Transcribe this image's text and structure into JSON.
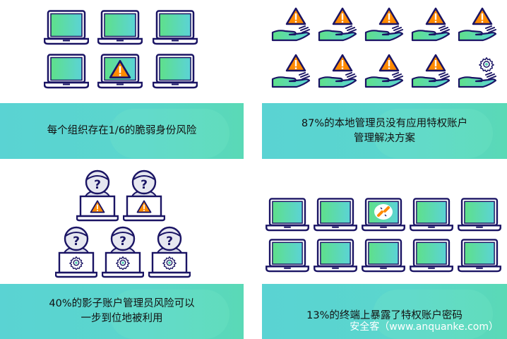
{
  "panels": [
    {
      "lines": [
        "每个组织存在1/6的脆弱身份风险"
      ]
    },
    {
      "lines": [
        "87%的本地管理员没有应用特权账户",
        "管理解决方案"
      ]
    },
    {
      "lines": [
        "40%的影子账户管理员风险可以",
        "一步到位地被利用"
      ]
    },
    {
      "lines": [
        "13%的终端上暴露了特权账户密码"
      ]
    }
  ],
  "watermark": "安全客（www.anquanke.com）",
  "colors": {
    "navy": "#1a1464",
    "green": "#5ee08a",
    "cyan": "#5bd3d6",
    "warning": "#ff8a00"
  }
}
